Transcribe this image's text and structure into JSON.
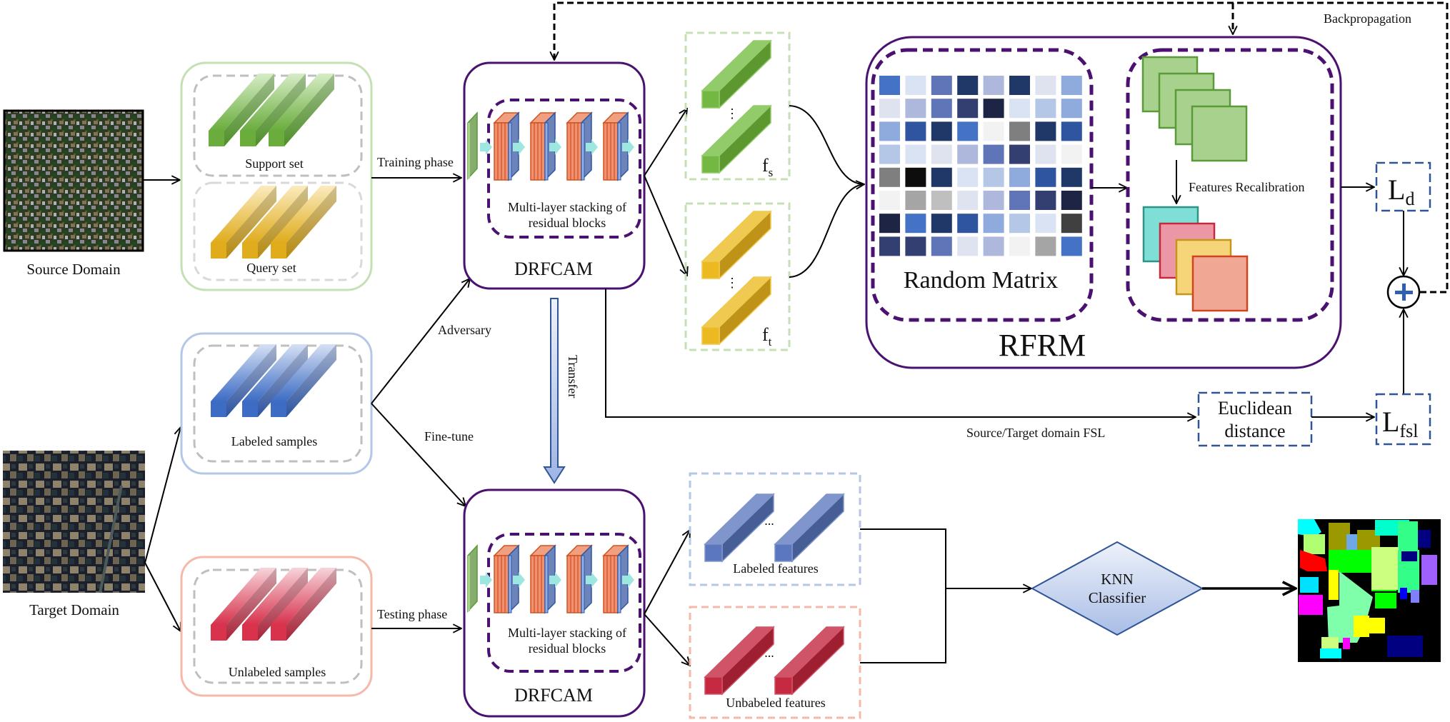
{
  "diagram": {
    "source_domain": {
      "label": "Source Domain",
      "sets": [
        {
          "label": "Support set",
          "color": "#6aad3d"
        },
        {
          "label": "Query set",
          "color": "#e0ac1c"
        }
      ]
    },
    "target_domain": {
      "label": "Target Domain",
      "sets": [
        {
          "label": "Labeled samples",
          "color": "#3c6cc4"
        },
        {
          "label": "Unlabeled samples",
          "color": "#d8324c"
        }
      ]
    },
    "edges": {
      "training_phase": "Training phase",
      "testing_phase": "Testing phase",
      "adversary": "Adversary",
      "fine_tune": "Fine-tune",
      "transfer": "Transfer",
      "backpropagation": "Backpropagation",
      "fsl": "Source/Target domain FSL"
    },
    "drfcam": {
      "label": "DRFCAM",
      "inner_label_line1": "Multi-layer stacking of",
      "inner_label_line2": "residual blocks",
      "num_blocks": 4
    },
    "features_train": {
      "fs_label": "f",
      "fs_sub": "s",
      "ft_label": "f",
      "ft_sub": "t",
      "ellipsis": "⋮"
    },
    "rfrm": {
      "label": "RFRM",
      "random_matrix_label": "Random Matrix",
      "recalibration_label": "Features Recalibration",
      "matrix": [
        [
          "#4472c4",
          "#dae3f3",
          "#5f75b8",
          "#1f3868",
          "#aeb8dc",
          "#1f3868",
          "#dfe3f0",
          "#8faadc"
        ],
        [
          "#dfe3f0",
          "#aeb8dc",
          "#5f75b8",
          "#333f70",
          "#1e2444",
          "#dae3f3",
          "#b4c7e7",
          "#8faadc"
        ],
        [
          "#8faadc",
          "#2f55a0",
          "#1f3868",
          "#4472c4",
          "#f2f2f2",
          "#7f7f7f",
          "#1f3868",
          "#2f55a0"
        ],
        [
          "#b4c7e7",
          "#dae3f3",
          "#dfe3f0",
          "#aeb8dc",
          "#5f75b8",
          "#333f70",
          "#dfe3f0",
          "#f2f2f2"
        ],
        [
          "#7f7f7f",
          "#0d0d0d",
          "#1f3868",
          "#dae3f3",
          "#b4c7e7",
          "#8faadc",
          "#2f55a0",
          "#1f3868"
        ],
        [
          "#f2f2f2",
          "#a5a5a5",
          "#bfbfbf",
          "#dfe3f0",
          "#aeb8dc",
          "#5f75b8",
          "#333f70",
          "#1e2444"
        ],
        [
          "#1e2444",
          "#4472c4",
          "#1f3868",
          "#2f55a0",
          "#8faadc",
          "#b4c7e7",
          "#dae3f3",
          "#404040"
        ],
        [
          "#333f70",
          "#333f70",
          "#5f75b8",
          "#dfe3f0",
          "#aeb8dc",
          "#f2f2f2",
          "#a5a5a5",
          "#4472c4"
        ]
      ],
      "input_maps": [
        "#a9d18e",
        "#a9d18e",
        "#a9d18e",
        "#a9d18e"
      ],
      "output_maps": [
        {
          "fill": "#7fdfd6",
          "stroke": "#2e9488"
        },
        {
          "fill": "#ec97a6",
          "stroke": "#c8283c"
        },
        {
          "fill": "#f6d57a",
          "stroke": "#c6961a"
        },
        {
          "fill": "#f0a895",
          "stroke": "#d0451e"
        }
      ]
    },
    "losses": {
      "ld_main": "L",
      "ld_sub": "d",
      "lfsl_main": "L",
      "lfsl_sub": "fsl",
      "plus": "+",
      "euclidean_line1": "Euclidean",
      "euclidean_line2": "distance"
    },
    "features_test": {
      "labeled_label": "Labeled features",
      "unlabeled_label": "Unbabeled features",
      "ellipsis": "..."
    },
    "classifier": {
      "line1": "KNN",
      "line2": "Classifier"
    },
    "colors": {
      "purple": "#4b1170",
      "loss_blue": "#2f5597",
      "green_border": "#c5e0b4",
      "blue_border": "#b4c7e7",
      "red_border": "#f4b9a8"
    }
  }
}
